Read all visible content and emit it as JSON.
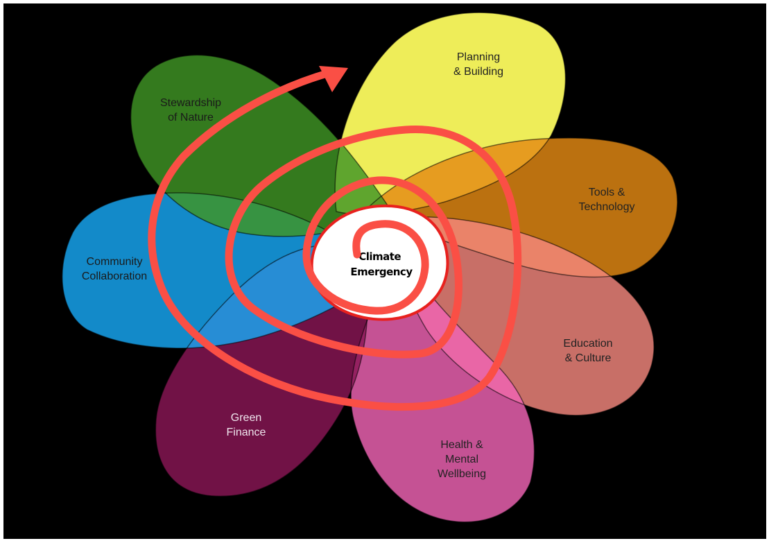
{
  "diagram": {
    "title": "Climate Emergency",
    "center": {
      "lines": [
        "Climate",
        "Emergency"
      ],
      "fill": "#ffffff",
      "ring_color": "#e8211e",
      "text_color": "#000000"
    },
    "petals": [
      {
        "id": "planning-building",
        "lines": [
          "Planning",
          "& Building"
        ],
        "color": "#fbfa5e",
        "text_color": "#222222"
      },
      {
        "id": "tools-technology",
        "lines": [
          "Tools &",
          "Technology"
        ],
        "color": "#e48a14",
        "text_color": "#222222"
      },
      {
        "id": "education-culture",
        "lines": [
          "Education",
          "& Culture"
        ],
        "color": "#f4877e",
        "text_color": "#222222"
      },
      {
        "id": "health-mental-wellbeing",
        "lines": [
          "Health &",
          "Mental",
          "Wellbeing"
        ],
        "color": "#f064b4",
        "text_color": "#222222"
      },
      {
        "id": "green-finance",
        "lines": [
          "Green",
          "Finance"
        ],
        "color": "#8a1656",
        "text_color": "#f0e6ee"
      },
      {
        "id": "community-collaboration",
        "lines": [
          "Community",
          "Collaboration"
        ],
        "color": "#17a8f5",
        "text_color": "#1a1a1a"
      },
      {
        "id": "stewardship-of-nature",
        "lines": [
          "Stewardship",
          "of Nature"
        ],
        "color": "#3f9525",
        "text_color": "#1a1a1a"
      }
    ],
    "spiral": {
      "color": "#fa4f45",
      "direction": "outward",
      "arrowhead": true
    }
  }
}
